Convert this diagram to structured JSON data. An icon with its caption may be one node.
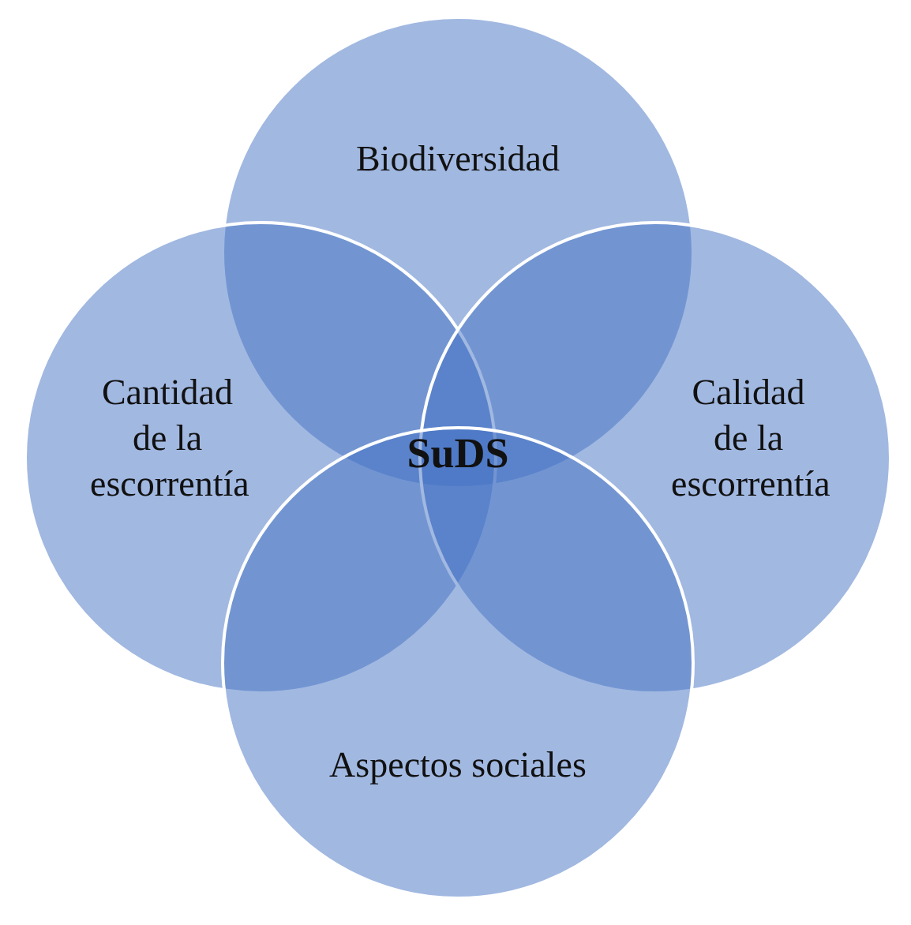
{
  "diagram": {
    "nodes": [
      {
        "text": [
          "Biodiversidad"
        ]
      },
      {
        "text": [
          "Cantidad de la escorrentía"
        ]
      },
      {
        "text": [
          "Calidad de la escorrentía"
        ]
      },
      {
        "text": [
          "Aspectos sociales"
        ]
      }
    ],
    "labels": [
      "SuDS"
    ]
  }
}
